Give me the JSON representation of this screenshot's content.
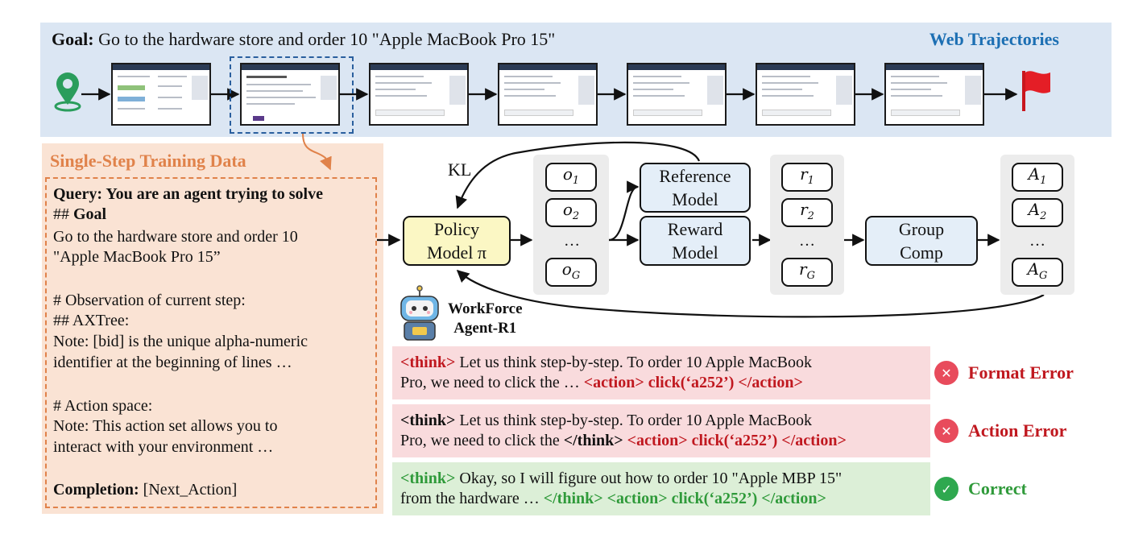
{
  "top": {
    "goal_label": "Goal:",
    "goal_text": " Go to the hardware store and order 10 \"Apple MacBook Pro 15\"",
    "title": "Web Trajectories",
    "start_icon": "location-pin-icon",
    "end_icon": "red-flag-icon",
    "thumbnail_count": 7
  },
  "training": {
    "title": "Single-Step Training Data",
    "query_bold": "Query: You are an agent trying to solve",
    "goal_hash": "## ",
    "goal_heading": "Goal",
    "goal_line1": "Go to the hardware store and order 10",
    "goal_line2": "\"Apple MacBook Pro 15”",
    "obs_heading": "# Observation of current step:",
    "axtree": "## AXTree:",
    "note1_line1": "Note: [bid] is the unique alpha-numeric",
    "note1_line2": "identifier at the beginning of lines …",
    "action_heading": "# Action space:",
    "note2_line1": "Note: This action set allows you to",
    "note2_line2": "interact with your environment …",
    "completion_label": "Completion:",
    "completion_value": " [Next_Action]"
  },
  "diagram": {
    "kl": "KL",
    "policy_line1": "Policy",
    "policy_line2": "Model π",
    "reference_line1": "Reference",
    "reference_line2": "Model",
    "reward_line1": "Reward",
    "reward_line2": "Model",
    "group_line1": "Group",
    "group_line2": "Comp",
    "outputs": [
      "o",
      "o",
      "o"
    ],
    "output_subs": [
      "1",
      "2",
      "G"
    ],
    "rewards": [
      "r",
      "r",
      "r"
    ],
    "reward_subs": [
      "1",
      "2",
      "G"
    ],
    "advantages": [
      "A",
      "A",
      "A"
    ],
    "advantage_subs": [
      "1",
      "2",
      "G"
    ],
    "ellipsis": "…"
  },
  "agent": {
    "icon": "robot-icon",
    "line1": "WorkForce",
    "line2": "Agent-R1"
  },
  "responses": [
    {
      "think_open": "<think>",
      "text1": " Let us think step-by-step. To order 10 Apple MacBook",
      "text2": "Pro, we need to click the … ",
      "action": "<action> click(‘a252’) </action>",
      "status": "Format Error",
      "status_icon": "x-circle-icon"
    },
    {
      "think_open": "<think>",
      "text1": " Let us think step-by-step. To order 10 Apple MacBook",
      "text2": "Pro, we need to click the ",
      "think_close": "</think>",
      "action": " <action> click(‘a252’) </action>",
      "status": "Action Error",
      "status_icon": "x-circle-icon"
    },
    {
      "think_open": "<think>",
      "text1": " Okay, so I will figure out how to order 10 \"Apple MBP 15\"",
      "text2": "from the hardware … ",
      "action": "</think> <action> click(‘a252’) </action>",
      "status": "Correct",
      "status_icon": "check-circle-icon"
    }
  ],
  "colors": {
    "top_band": "#dbe6f3",
    "training_bg": "#fae3d4",
    "training_accent": "#e0824a",
    "policy_fill": "#fbf7c4",
    "model_fill": "#e4eef8",
    "error_bg": "#f9dbdd",
    "correct_bg": "#dcefd7",
    "error_text": "#c0181f",
    "correct_text": "#2f9a3a",
    "web_title": "#1c6fb3"
  }
}
